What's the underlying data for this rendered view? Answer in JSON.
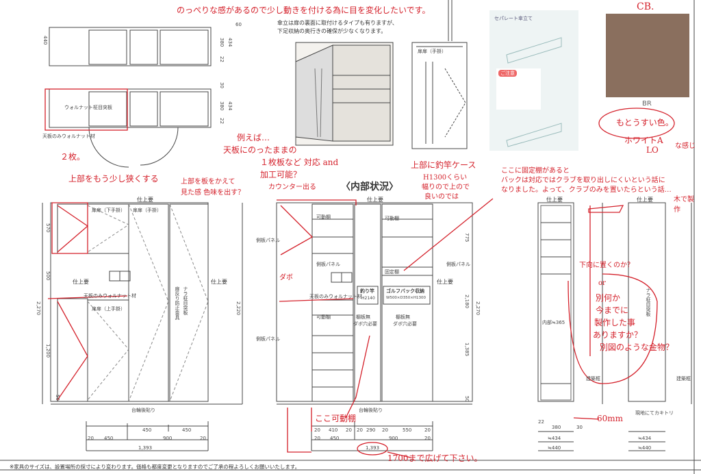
{
  "notes": {
    "umbrella_note_1": "傘立は扉の裏面に取付けるタイプも有りますが、",
    "umbrella_note_2": "下足収納の奥行きの確保が少なくなります。",
    "footer_note": "※家具のサイズは、設置場所の採寸により変わります。価格も都度変更となりますのでご了承の程よろしくお願いいたします。"
  },
  "plan": {
    "dims_top": [
      "440",
      "380",
      "434",
      "22",
      "60"
    ],
    "dims_bottom": [
      "380",
      "434",
      "22",
      "30"
    ],
    "label_veneer": "ウォルナット柾目突板",
    "label_top": "天板のみウォルナット材"
  },
  "photo": {
    "label": "扉扉（手掛）"
  },
  "catalog": {
    "title": "セパレート傘立て",
    "badge": "ご注意"
  },
  "swatch": {
    "code": "BR",
    "color": "#8a6f5e"
  },
  "section_title": "〈内部状況〉",
  "left_elevation": {
    "finish": "仕上要",
    "door_lower": "扉扉（下手掛）",
    "door_hand": "扉扉（手掛）",
    "door_upper": "扉扉（上手掛）",
    "top_board": "天板のみウォルナット材",
    "hardware": "扉反り防止金具",
    "veneer": "ナラ柾目突板",
    "base": "台輪後貼り",
    "dims_v": [
      "570",
      "500",
      "1,200",
      "2,270",
      "2,220",
      "50"
    ],
    "dims_h_top": [
      "450",
      "450"
    ],
    "dims_h_mid": [
      "20",
      "450",
      "900",
      "20"
    ],
    "total": "1,393"
  },
  "middle_elevation": {
    "finish": "仕上要",
    "movable_shelf": "可動棚",
    "side_panel": "側板パネル",
    "fixed_shelf": "固定棚",
    "top_board": "天板のみウォルナット材",
    "rod": "釣り竿",
    "rod_h": "H2140",
    "golf": "ゴルフバック収納",
    "golf_size": "W500×D350×H1300",
    "no_shelf": "棚板無",
    "dowel": "ダボ穴必要",
    "base": "台輪後貼り",
    "dims_v": [
      "775",
      "2,180",
      "1,385",
      "2,270",
      "50"
    ],
    "dims_h_top": [
      "20",
      "410",
      "20",
      "20",
      "290",
      "20",
      "550",
      "20"
    ],
    "dims_h_mid": [
      "20",
      "450",
      "900",
      "20"
    ],
    "total": "1,393"
  },
  "right_elevation": {
    "finish": "仕上要",
    "inner": "内部≒365",
    "veneer": "ナラ柾目突板",
    "plinth": "建築框",
    "site_cut": "現地にてカキトリ",
    "dims_a": [
      "22",
      "380",
      "30",
      "≒434",
      "≒440"
    ],
    "dims_b": [
      "≒434",
      "≒440"
    ]
  },
  "handwritten": {
    "top": "のっぺりな感があるので少し動きを付ける為に目を変化したいです。",
    "two_doors": "２枚。",
    "top_thin": "上部をもう少し狭くする",
    "top_thin2": "上部を板をかえて",
    "top_thin3": "見た感 色味を出す？",
    "example": "例えば…",
    "board1": "天板にのったままの",
    "board2": "１枚板など 対応 and",
    "board3": "加工可能？",
    "counter": "カウンター出る",
    "golf1": "上部に釣竿ケース",
    "golf2": "H1300くらい",
    "golf3": "幅りので上ので",
    "golf4": "良いのでは",
    "club1": "ここに固定棚があると",
    "club2": "バックは対応ではクラブを取り出しにくいという話に",
    "club3": "なりました。よって、クラブのみを置いたらという話…",
    "wood": "木で製作",
    "down": "下向に置くのか？",
    "or": "or",
    "q1": "別何か",
    "q2": "今までに",
    "q3": "製作した事",
    "q4": "ありますか？",
    "q5": "別図のような金物？",
    "dagon": "ダボ",
    "movable": "ここ可動棚",
    "extend": "1700まで広げて下さい。",
    "sixty": "60mm",
    "cb": "CB.",
    "swatch1": "もとうすい色。",
    "swatch2": "ホワイトA",
    "swatch3": "LO",
    "swatch4": "な感じ"
  }
}
